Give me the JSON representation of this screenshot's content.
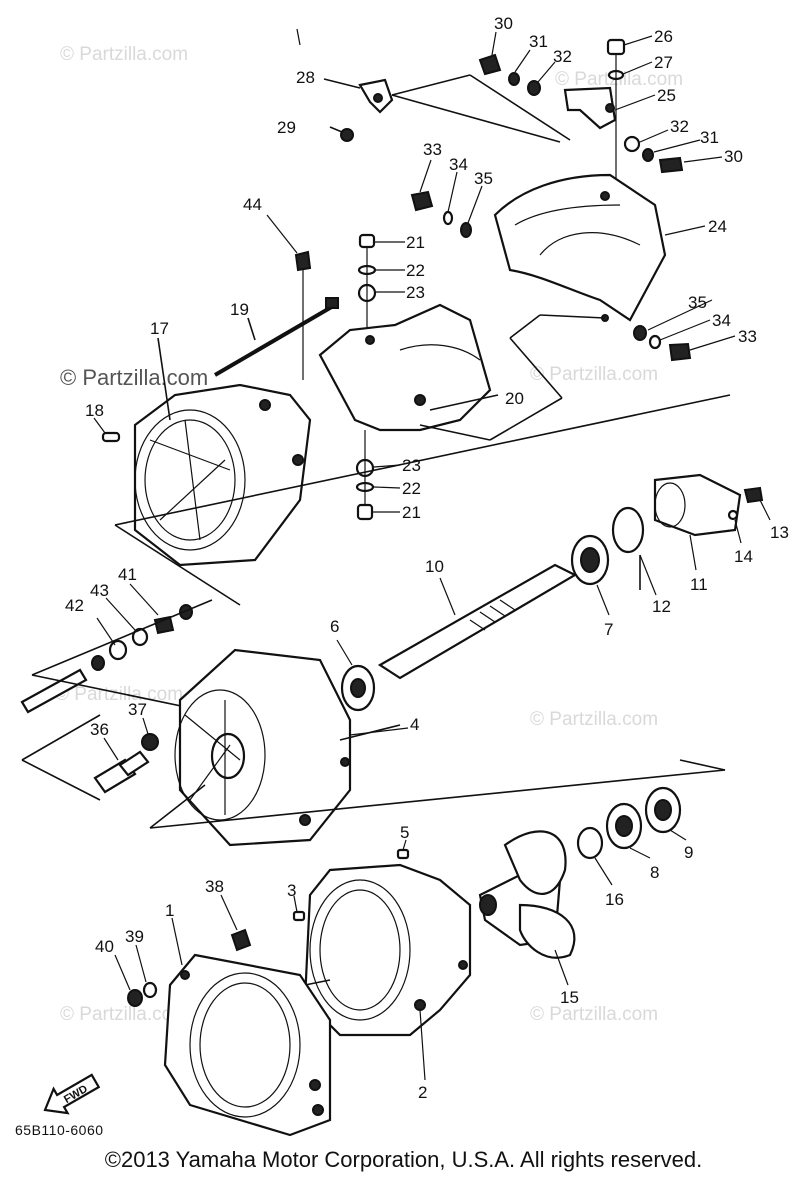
{
  "diagram": {
    "part_numbers": [
      "1",
      "2",
      "3",
      "4",
      "5",
      "6",
      "7",
      "8",
      "9",
      "10",
      "11",
      "12",
      "13",
      "14",
      "15",
      "16",
      "17",
      "18",
      "19",
      "20",
      "21",
      "22",
      "23",
      "24",
      "25",
      "26",
      "27",
      "28",
      "29",
      "30",
      "31",
      "32",
      "33",
      "34",
      "35",
      "36",
      "37",
      "38",
      "39",
      "40",
      "41",
      "42",
      "43",
      "44"
    ],
    "watermark": "© Partzilla.com",
    "drawing_code": "65B110-6060",
    "direction_arrow": "FWD"
  },
  "footer": {
    "copyright": "©2013  Yamaha Motor Corporation, U.S.A. All rights reserved."
  }
}
